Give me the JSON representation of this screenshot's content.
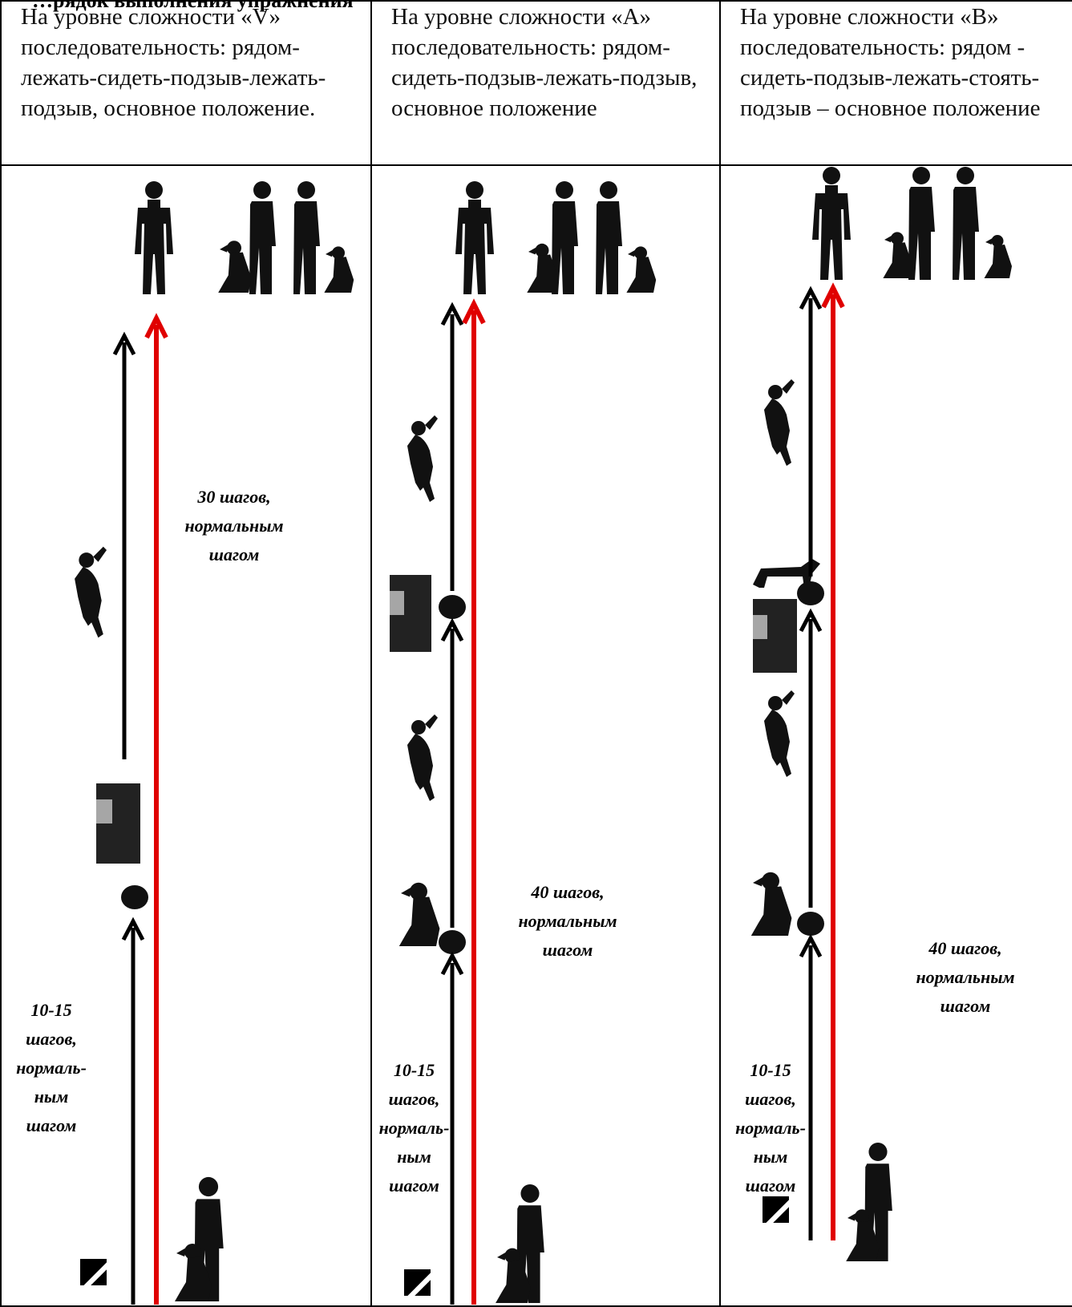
{
  "page_title_fragment": "…рядок выполнения упражнения",
  "columns": [
    {
      "header": "На уровне сложности «V» последовательность: рядом-лежать-сидеть-подзыв-лежать-подзыв, основное положение.",
      "notes": [
        "30 шагов, нормальным шагом",
        "10-15 шагов, нормаль- ным шагом"
      ]
    },
    {
      "header": "На уровне сложности «А» последовательность: рядом-сидеть-подзыв-лежать-подзыв, основное положение",
      "notes": [
        "40 шагов, нормальным шагом",
        "10-15 шагов, нормаль- ным шагом"
      ]
    },
    {
      "header": "На уровне сложности «B» последовательность: рядом - сидеть-подзыв-лежать-стоять-подзыв – основное положение",
      "notes": [
        "40 шагов, нормальным шагом",
        "10-15 шагов, нормаль- ным шагом"
      ]
    }
  ],
  "colors": {
    "handler_path": "#e00000",
    "dog_path": "#000000",
    "silhouette": "#111111"
  }
}
